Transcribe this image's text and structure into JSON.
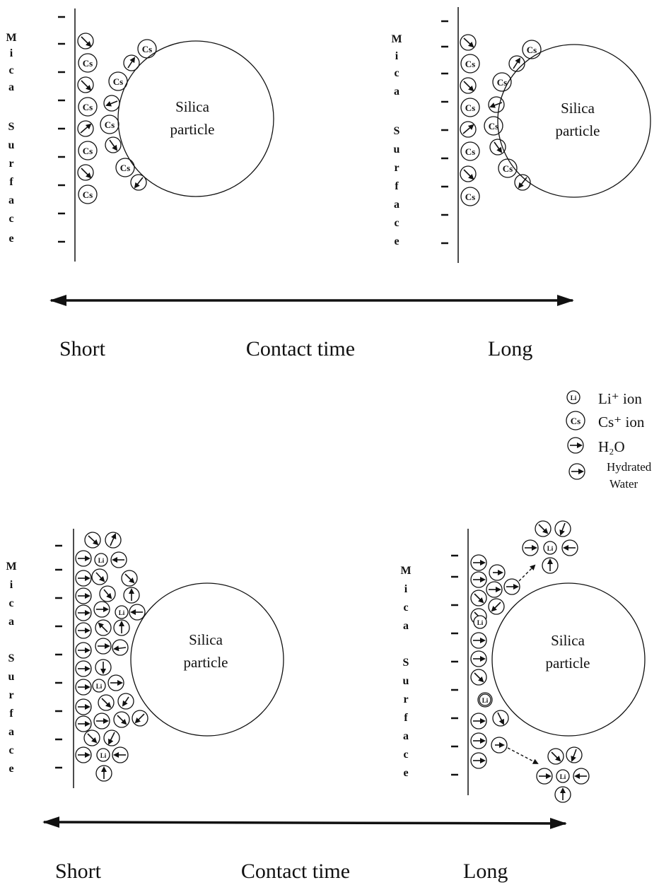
{
  "mica_label": [
    "M",
    "i",
    "c",
    "a",
    "",
    "S",
    "u",
    "r",
    "f",
    "a",
    "c",
    "e"
  ],
  "particle": {
    "line1": "Silica",
    "line2": "particle"
  },
  "ions": {
    "cs": "Cs",
    "li": "Li"
  },
  "axis": {
    "short": "Short",
    "middle": "Contact time",
    "long": "Long"
  },
  "legend": {
    "li": {
      "symbol": "Li",
      "label": "Li⁺ ion"
    },
    "cs": {
      "symbol": "Cs",
      "label": "Cs⁺ ion"
    },
    "water": {
      "label": "H₂O"
    },
    "hydrated": {
      "line1": "Hydrated",
      "line2": "Water"
    }
  }
}
